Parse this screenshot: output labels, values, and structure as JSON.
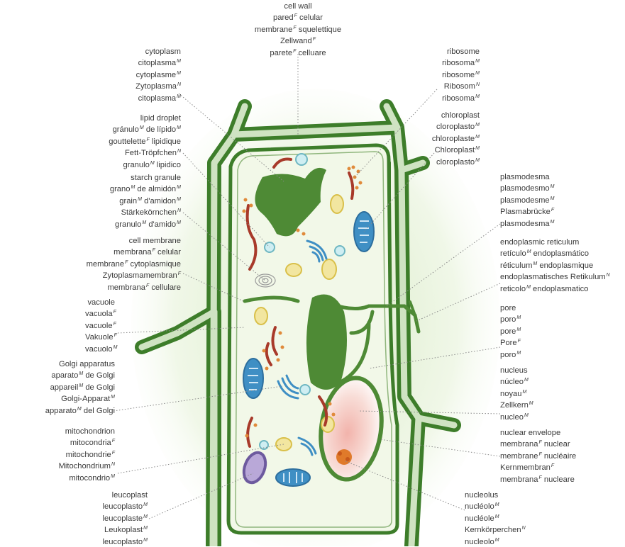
{
  "labels": {
    "cell_wall": [
      "cell wall",
      "pared^F celular",
      "membrane^F squelettique",
      "Zellwand^F",
      "parete^F celluare"
    ],
    "cytoplasm": [
      "cytoplasm",
      "citoplasma^M",
      "cytoplasme^M",
      "Zytoplasma^N",
      "citoplasma^M"
    ],
    "lipid_droplet": [
      "lipid droplet",
      "gránulo^M de lípido^M",
      "gouttelette^F lipidique",
      "Fett-Tröpfchen^N",
      "granulo^M lipidico"
    ],
    "starch_granule": [
      "starch granule",
      "grano^M de almidón^M",
      "grain^M d'amidon^M",
      "Stärkekörnchen^N",
      "granulo^M d'amido^M"
    ],
    "cell_membrane": [
      "cell membrane",
      "membrana^F celular",
      "membrane^F cytoplasmique",
      "Zytoplasmamembran^F",
      "membrana^F cellulare"
    ],
    "vacuole": [
      "vacuole",
      "vacuola^F",
      "vacuole^F",
      "Vakuole^F",
      "vacuolo^M"
    ],
    "golgi": [
      "Golgi apparatus",
      "aparato^M de Golgi",
      "appareil^M de Golgi",
      "Golgi-Apparat^M",
      "apparato^M del Golgi"
    ],
    "mitochondrion": [
      "mitochondrion",
      "mitocondria^F",
      "mitochondrie^F",
      "Mitochondrium^N",
      "mitocondrio^M"
    ],
    "leucoplast": [
      "leucoplast",
      "leucoplasto^M",
      "leucoplaste^M",
      "Leukoplast^M",
      "leucoplasto^M"
    ],
    "ribosome": [
      "ribosome",
      "ribosoma^M",
      "ribosome^M",
      "Ribosom^N",
      "ribosoma^M"
    ],
    "chloroplast": [
      "chloroplast",
      "cloroplasto^M",
      "chloroplaste^M",
      "Chloroplast^M",
      "cloroplasto^M"
    ],
    "plasmodesma": [
      "plasmodesma",
      "plasmodesmo^M",
      "plasmodesme^M",
      "Plasmabrücke^F",
      "plasmodesma^M"
    ],
    "endoplasmic_reticulum": [
      "endoplasmic reticulum",
      "retículo^M endoplasmático",
      "réticulum^M endoplasmique",
      "endoplasmatisches Retikulum^N",
      "reticolo^M endoplasmatico"
    ],
    "pore": [
      "pore",
      "poro^M",
      "pore^M",
      "Pore^F",
      "poro^M"
    ],
    "nucleus": [
      "nucleus",
      "núcleo^M",
      "noyau^M",
      "Zellkern^M",
      "nucleo^M"
    ],
    "nuclear_envelope": [
      "nuclear envelope",
      "membrana^F nuclear",
      "membrane^F nucléaire",
      "Kernmembran^F",
      "membrana^F nucleare"
    ],
    "nucleolus": [
      "nucleolus",
      "nucléolo^M",
      "nucléole^M",
      "Kernkörperchen^N",
      "nucleolo^M"
    ]
  },
  "colors": {
    "wall_dark": "#3d7d2a",
    "wall_light": "#cfe3c2",
    "cytoplasm": "#eef6e2",
    "halo": "#d9ecc4",
    "organelle_green": "#4e8a35",
    "mito_blue": "#3f8fc4",
    "leuco_purple": "#6d5a9e",
    "er_red": "#a83a2a",
    "starch_yellow": "#e8d56a",
    "lipid_teal": "#8fd0d8",
    "nucleus_pink": "#f4c2bd",
    "nucleolus_orange": "#e07a2a",
    "leader": "#8a8a8a",
    "text": "#3a3a3a"
  }
}
